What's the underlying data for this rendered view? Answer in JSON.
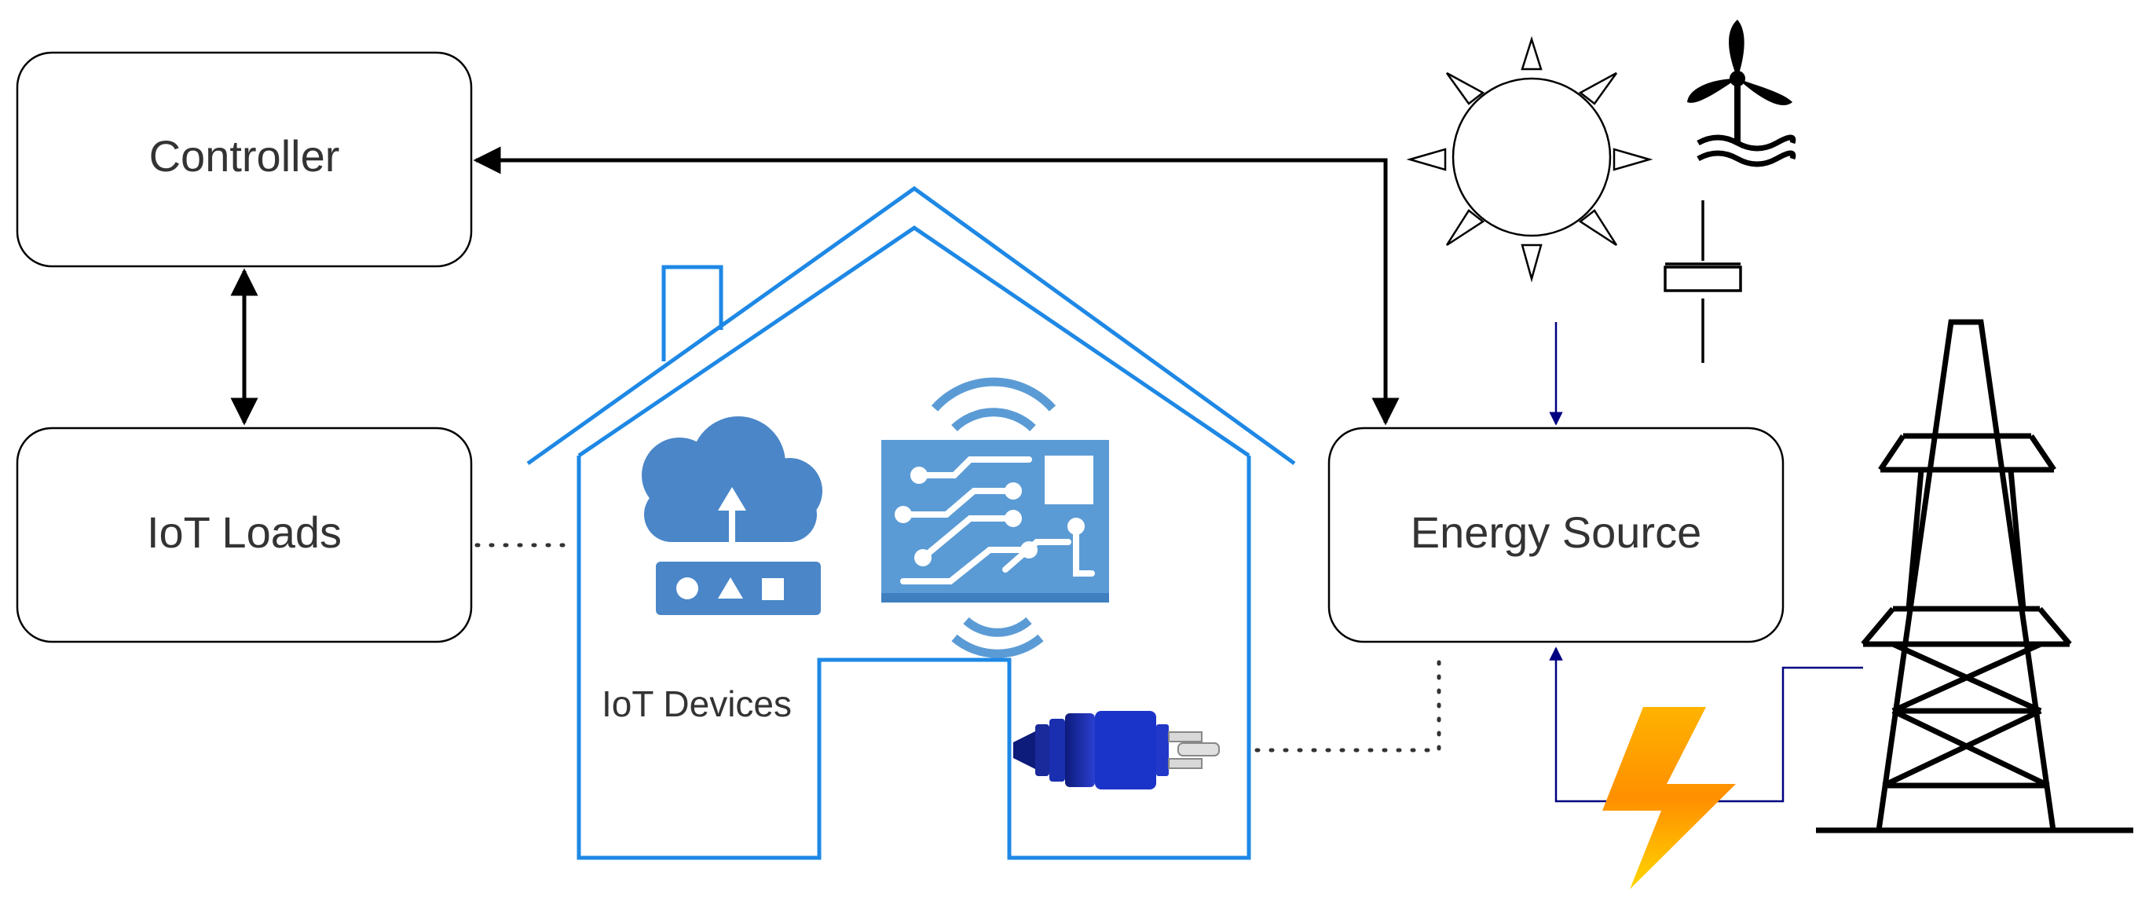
{
  "boxes": {
    "controller": "Controller",
    "iot_loads": "IoT Loads",
    "energy_source": "Energy Source"
  },
  "house": {
    "devices_label": "IoT Devices"
  },
  "icons": {
    "cloud_router": "cloud-upload-router-icon",
    "circuit_chip": "wireless-circuit-board-icon",
    "plug": "power-plug-icon",
    "sun": "sun-icon",
    "wind_turbine": "wind-turbine-icon",
    "battery": "battery-icon",
    "lightning": "lightning-bolt-icon",
    "tower": "transmission-tower-icon"
  },
  "colors": {
    "house_stroke": "#1e88e5",
    "device_blue": "#5b9bd5",
    "connector_dark_blue": "#000080",
    "arrow_black": "#000000"
  }
}
